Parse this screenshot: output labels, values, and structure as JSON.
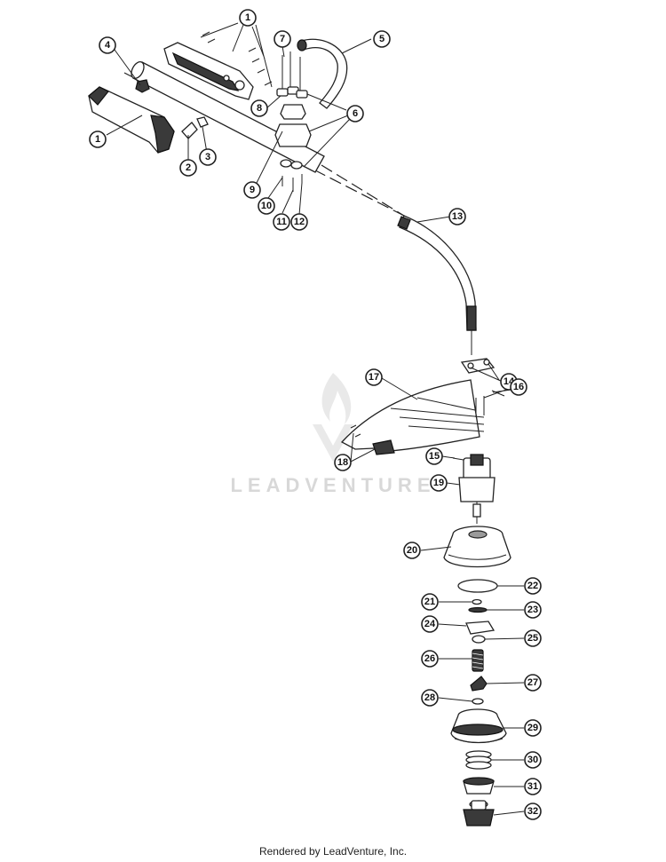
{
  "watermark": {
    "text": "LEADVENTURE"
  },
  "footer": {
    "text": "Rendered by LeadVenture, Inc."
  },
  "callouts": [
    {
      "label": "1"
    },
    {
      "label": "1"
    },
    {
      "label": "2"
    },
    {
      "label": "3"
    },
    {
      "label": "4"
    },
    {
      "label": "5"
    },
    {
      "label": "6"
    },
    {
      "label": "7"
    },
    {
      "label": "8"
    },
    {
      "label": "9"
    },
    {
      "label": "10"
    },
    {
      "label": "11"
    },
    {
      "label": "12"
    },
    {
      "label": "13"
    },
    {
      "label": "14"
    },
    {
      "label": "15"
    },
    {
      "label": "16"
    },
    {
      "label": "17"
    },
    {
      "label": "18"
    },
    {
      "label": "19"
    },
    {
      "label": "20"
    },
    {
      "label": "21"
    },
    {
      "label": "22"
    },
    {
      "label": "23"
    },
    {
      "label": "24"
    },
    {
      "label": "25"
    },
    {
      "label": "26"
    },
    {
      "label": "27"
    },
    {
      "label": "28"
    },
    {
      "label": "29"
    },
    {
      "label": "30"
    },
    {
      "label": "31"
    },
    {
      "label": "32"
    }
  ]
}
